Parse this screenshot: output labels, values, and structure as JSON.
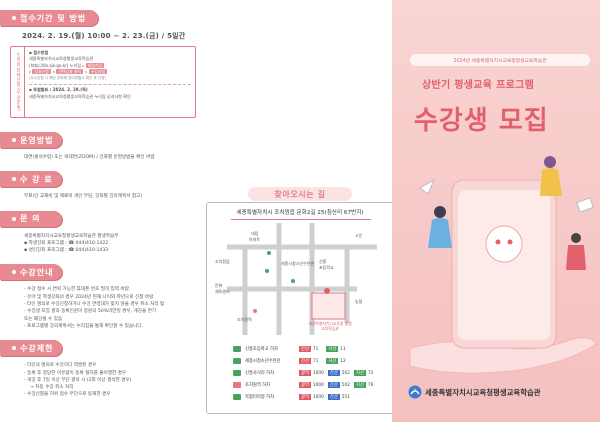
{
  "left": {
    "apply": {
      "title": "접수기간 및 방법",
      "date": "2024. 2. 19.(월) 10:00 ~ 2. 23.(금) / 5일간",
      "side_label": "누리집 강좌신청 (우선순위)",
      "lines": [
        "▪ 접수방법",
        "세종특별자치시교육청평생교육학습관",
        "(http://lib.sje.go.kr) 누리집",
        "회원가입",
        "강좌신청",
        "선택강좌 클릭",
        "수강신청",
        "(우수신청 시 해당 강좌에 강여개월시 확인 후 신청)",
        "▪ 추첨발표 : 2024. 2. 29.(목)",
        "세종특별자치시교육청평생교육학습관 누리집 공지사항 확인"
      ]
    },
    "ops": {
      "title": "운영방법",
      "text": "대면(출석수업) 또는 비대면(ZOOM) / 강좌별 운영방법을 확인 바람"
    },
    "fee": {
      "title": "수 강 료",
      "text": "무료(단 교재비 및 재료비 개인 부담, 강좌별 강의계획서 참고)"
    },
    "contact": {
      "title": "문 의",
      "lines": [
        "세종특별자치시교육청평생교육학습관 평생학습부",
        "▪ 학생강좌 프로그램 : ☎ 044)410-1422",
        "▪ 성인강좌 프로그램 : ☎ 044)410-1433"
      ]
    },
    "guide": {
      "title": "수강안내",
      "lines": [
        "- 수강 접수 시 연락 가능한 휴대폰 번호 필히 입력 바람",
        "- 유아 및 학생강좌의 경우 2024년 현재 나이와 학년으로 신청 바람",
        "- 타인 명의로 수강신청하거나 수강 연령대가 맞지 않을 경우 취소 처리 됨",
        "- 수강생 모집 결과 등록인원이 정원의 50%미만일 경우, 개강을 연기",
        "  또는 폐강될 수 있음",
        "- 프로그램별 강의계획서는 누리집을 통해 확인할 수 있습니다."
      ]
    },
    "restrict": {
      "title": "수강제한",
      "lines": [
        "- 타인의 명의로 수강하다 적발된 경우",
        "- 등록 후 정당한 이유없이 등록 절차를 불이행한 경우",
        "- 개강 후 7일 이상 무단 결석 시 (2회 이상 결석한 경우)",
        "→ 자동 수강 취소 처리",
        "- 수강신청을 허위 접수 무단으로 등재한 경우"
      ]
    }
  },
  "mid": {
    "map": {
      "title": "찾아오시는 길",
      "address": "세종특별자치시 조치원읍 문화2길 25(침산리 67번지)",
      "landmarks": [
        "대림",
        "아파트",
        "세종시청소년수련관",
        "고운",
        "조치원읍",
        "신흥",
        "초등학교",
        "문화",
        "체육센터",
        "농협",
        "조치원역",
        "세종특별자치시교육청 평생교육학습관"
      ],
      "bus": [
        {
          "stop": "신흥초등학교 하차",
          "n1": "71",
          "n2": "11"
        },
        {
          "stop": "세종시청소년수련관",
          "n1": "71",
          "n2": "12"
        },
        {
          "stop": "신흥사거리 하차",
          "n1": "1000",
          "n2": "502",
          "n3": "72"
        },
        {
          "stop": "조치원역 하차",
          "n1": "1000",
          "n2": "502",
          "n3": "76"
        },
        {
          "stop": "복합터미널 하차",
          "n1": "1000",
          "n2": "551"
        }
      ]
    }
  },
  "right": {
    "year_line": "2024년 세종특별자치시교육청평생교육학습관",
    "subtitle": "상반기 평생교육 프로그램",
    "title": "수강생 모집",
    "org": "세종특별자치시교육청평생교육학습관"
  },
  "colors": {
    "accent": "#e88a92",
    "pink_bg": "#f6c6c5",
    "title": "#e2606c"
  }
}
